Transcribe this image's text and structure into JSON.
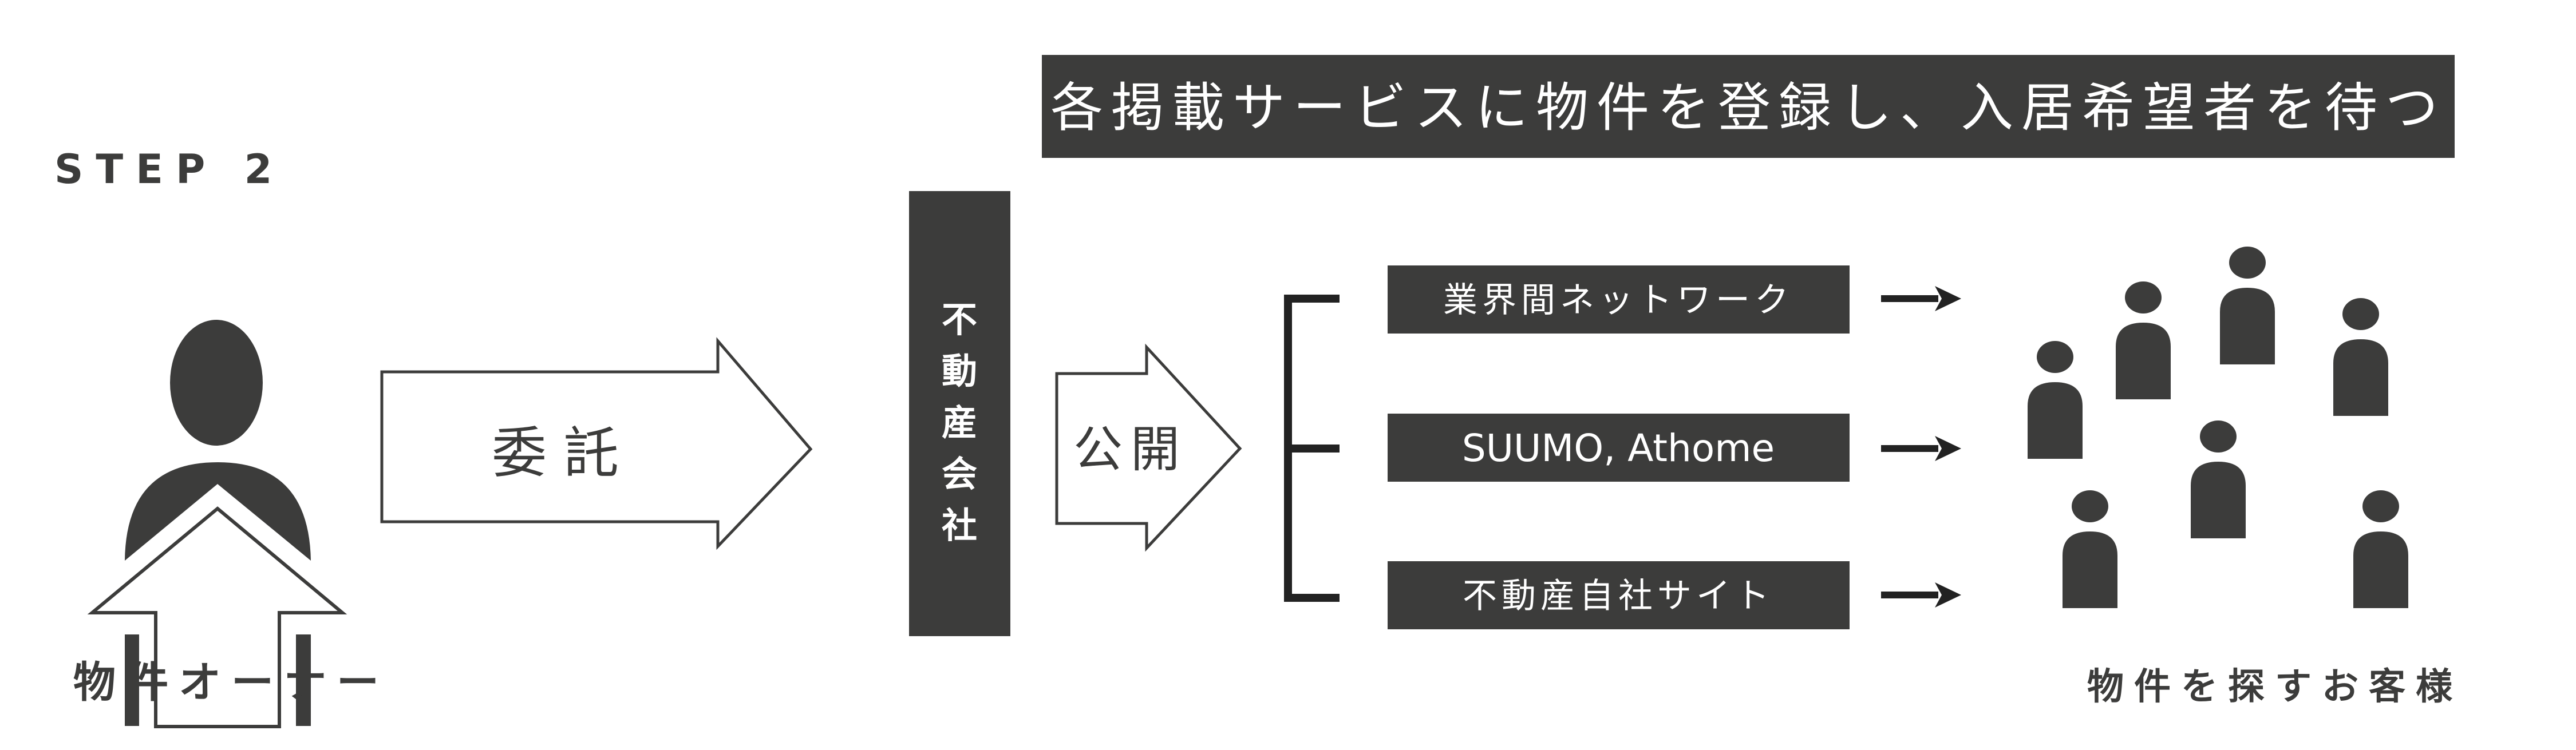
{
  "step_label": "STEP 2",
  "banner": "各掲載サービスに物件を登録し、入居希望者を待つ",
  "owner_label": "物件オーナー",
  "entrust_label": "委託",
  "agency_label": [
    "不",
    "動",
    "産",
    "会",
    "社"
  ],
  "publish_label": "公開",
  "channels": [
    "業界間ネットワーク",
    "SUUMO, Athome",
    "不動産自社サイト"
  ],
  "customers_label": "物件を探すお客様",
  "colors": {
    "dark": "#3c3c3b",
    "background": "#ffffff"
  }
}
